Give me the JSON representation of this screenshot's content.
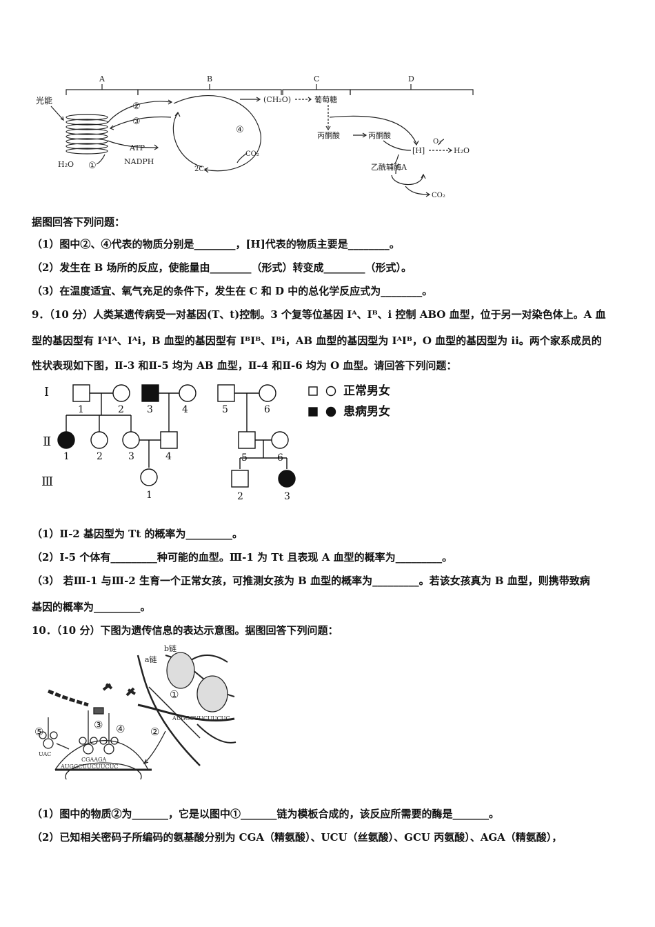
{
  "fig1": {
    "sections": [
      "A",
      "B",
      "C",
      "D"
    ],
    "light_label": "光能",
    "h2o": "H₂O",
    "circles": [
      "①",
      "②",
      "③",
      "④"
    ],
    "atp": "ATP",
    "nadph": "NADPH",
    "ch2o": "(CH₂O)",
    "glucose": "葡萄糖",
    "pyruvate1": "丙酮酸",
    "pyruvate2": "丙酮酸",
    "h": "[H]",
    "o2": "O₂",
    "h2o_out": "H₂O",
    "acetyl_coa": "乙酰辅酶A",
    "co2_in": "CO₂",
    "co2_out": "CO₂",
    "c3": "2C₃"
  },
  "q8": {
    "intro": "据图回答下列问题：",
    "p1": "（1）图中②、④代表的物质分别是________，[H]代表的物质主要是________。",
    "p2": "（2）发生在 B 场所的反应，使能量由________（形式）转变成________（形式）。",
    "p3": "（3）在温度适宜、氧气充足的条件下，发生在 C 和 D 中的总化学反应式为________。"
  },
  "q9": {
    "line1": "9．（10 分）人类某遗传病受一对基因(T、t)控制。3 个复等位基因 Iᴬ、Iᴮ、i 控制 ABO 血型，位于另一对染色体上。A 血",
    "line2": "型的基因型有 IᴬIᴬ、Iᴬi，B 血型的基因型有 IᴮIᴮ、Iᴮi，AB 血型的基因型为 IᴬIᴮ，O 血型的基因型为 ii。两个家系成员的",
    "line3": "性状表现如下图，Ⅱ-3 和Ⅱ-5 均为 AB 血型，Ⅱ-4 和Ⅱ-6 均为 O 血型。请回答下列问题：",
    "p1": "（1）Ⅱ-2 基因型为 Tt 的概率为_________。",
    "p2": "（2）Ⅰ-5 个体有_________种可能的血型。Ⅲ-1 为 Tt 且表现 A 血型的概率为_________。",
    "p3a": "（3） 若Ⅲ-1 与Ⅲ-2 生育一个正常女孩，可推测女孩为 B 血型的概率为_________。若该女孩真为 B 血型，则携带致病",
    "p3b": "基因的概率为_________。"
  },
  "pedigree": {
    "gen_labels": [
      "Ⅰ",
      "Ⅱ",
      "Ⅲ"
    ],
    "legend_normal": "正常男女",
    "legend_affected": "患病男女",
    "g1": [
      "1",
      "2",
      "3",
      "4",
      "5",
      "6"
    ],
    "g2": [
      "1",
      "2",
      "3",
      "4",
      "5",
      "6"
    ],
    "g3": [
      "1",
      "2",
      "3"
    ]
  },
  "q10": {
    "intro": "10．（10 分）下图为遗传信息的表达示意图。据图回答下列问题：",
    "p1": "（1）图中的物质②为_______，它是以图中①_______链为模板合成的，该反应所需要的酶是_______。",
    "p2": "（2）已知相关密码子所编码的氨基酸分别为 CGA（精氨酸）、UCU（丝氨酸）、GCU 丙氨酸）、AGA（精氨酸），"
  },
  "fig3": {
    "b_chain": "b链",
    "a_chain": "a链",
    "circles": [
      "①",
      "②",
      "③",
      "④",
      "⑤"
    ],
    "mrna_seq": "AUGGCUUCUUCUC",
    "codons": "CGAAGA",
    "uac": "UAC",
    "top_seq": "AUGGCUUCUUCUC"
  }
}
